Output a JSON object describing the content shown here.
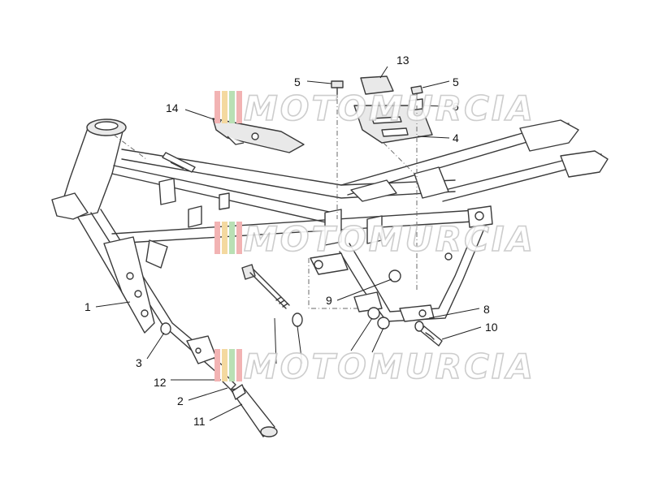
{
  "watermark": {
    "text": "MOTOMURCIA",
    "stripe_colors": [
      "#f2b3b3",
      "#f4d9a0",
      "#b9e0b4",
      "#f2b3b3"
    ]
  },
  "callouts": {
    "c1": "1",
    "c2": "2",
    "c3": "3",
    "c4": "4",
    "c5a": "5",
    "c5b": "5",
    "c6": "6",
    "c8": "8",
    "c9": "9",
    "c10": "10",
    "c11": "11",
    "c12": "12",
    "c13": "13",
    "c14": "14"
  },
  "colors": {
    "line": "#3a3a3a",
    "background": "#ffffff"
  }
}
